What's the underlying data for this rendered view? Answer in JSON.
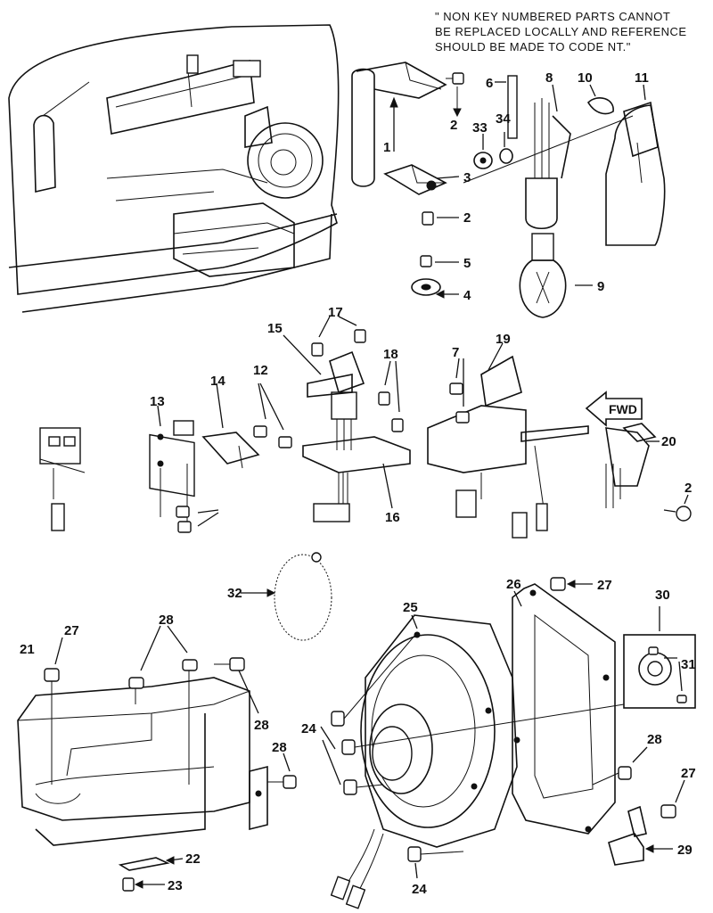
{
  "note": {
    "line1": "\" NON KEY NUMBERED PARTS CANNOT",
    "line2": "BE REPLACED LOCALLY AND REFERENCE",
    "line3": "SHOULD BE MADE TO CODE NT.\""
  },
  "fwd_label": "FWD",
  "callouts": {
    "c1": "1",
    "c2a": "2",
    "c2b": "2",
    "c2c": "2",
    "c3": "3",
    "c4": "4",
    "c5": "5",
    "c6": "6",
    "c7": "7",
    "c8": "8",
    "c9": "9",
    "c10": "10",
    "c11": "11",
    "c12": "12",
    "c13": "13",
    "c14": "14",
    "c15": "15",
    "c16": "16",
    "c17": "17",
    "c18": "18",
    "c19": "19",
    "c20": "20",
    "c21": "21",
    "c22": "22",
    "c23": "23",
    "c24a": "24",
    "c24b": "24",
    "c25": "25",
    "c26": "26",
    "c27a": "27",
    "c27b": "27",
    "c27c": "27",
    "c28a": "28",
    "c28b": "28",
    "c28c": "28",
    "c28d": "28",
    "c29": "29",
    "c30": "30",
    "c31": "31",
    "c32": "32",
    "c33": "33",
    "c34": "34"
  }
}
